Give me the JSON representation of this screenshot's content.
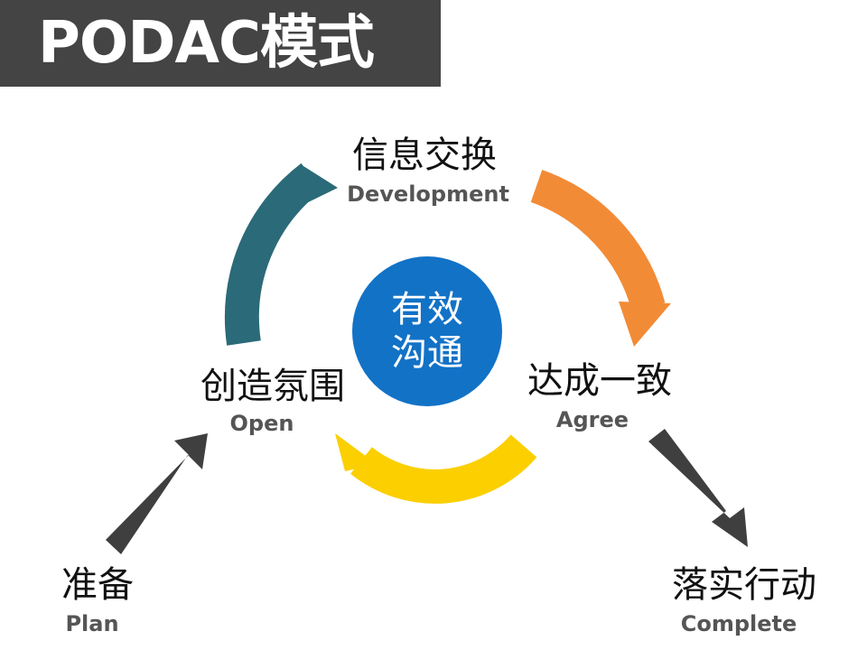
{
  "title": "PODAC模式",
  "center": {
    "line1": "有效",
    "line2": "沟通"
  },
  "stages": {
    "plan": {
      "cn": "准备",
      "en": "Plan"
    },
    "open": {
      "cn": "创造氛围",
      "en": "Open"
    },
    "development": {
      "cn": "信息交换",
      "en": "Development"
    },
    "agree": {
      "cn": "达成一致",
      "en": "Agree"
    },
    "complete": {
      "cn": "落实行动",
      "en": "Complete"
    }
  },
  "colors": {
    "title_bar": "#444444",
    "center": "#1272c6",
    "arc_open_to_development": "#2b6a78",
    "arc_development_to_agree": "#f28b36",
    "arc_agree_to_open": "#fbcf00",
    "straight_arrows": "#3f3f3f"
  }
}
